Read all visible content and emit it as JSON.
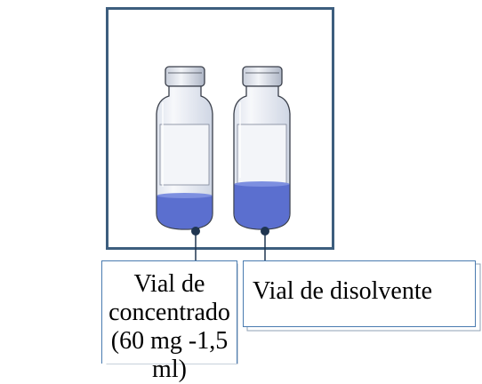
{
  "labels": {
    "concentrate": "Vial de concentrado (60 mg -1,5 ml)",
    "diluent": "Vial de disolvente"
  },
  "colors": {
    "frame_border": "#3d5e7e",
    "liquid": "#5b6fcf",
    "leader_dot": "#1f3550",
    "box_border": "#4a7bb0"
  },
  "fill_levels": {
    "concentrate_liquid_fraction": 0.28,
    "diluent_liquid_fraction": 0.37
  }
}
